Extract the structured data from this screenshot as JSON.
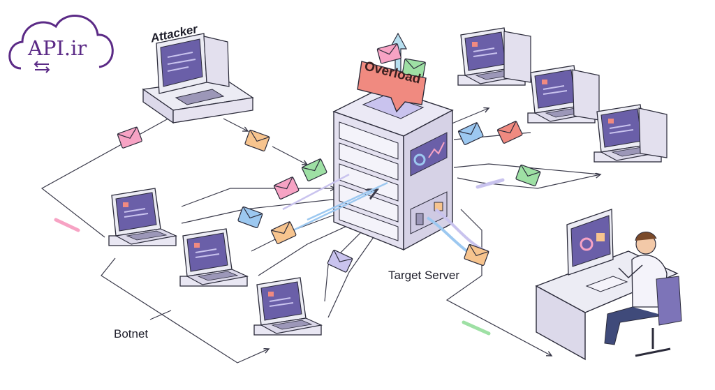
{
  "logo": {
    "text": "API.ir",
    "icon": "cloud-exchange-icon"
  },
  "labels": {
    "attacker": "Attacker",
    "overload": "Overload",
    "target_server": "Target Server",
    "botnet": "Botnet"
  },
  "colors": {
    "brand_purple": "#5b2a86",
    "screen_purple": "#6a5fa8",
    "overload_red": "#f08a80",
    "envelope_pink": "#f7a3c4",
    "envelope_orange": "#f7c48e",
    "envelope_green": "#9ee0a4",
    "envelope_blue": "#9cc8f0",
    "stroke": "#2b2b3a"
  },
  "icons": [
    "desktop-computer-icon",
    "laptop-icon",
    "server-rack-icon",
    "envelope-icon",
    "arrow-up-icon",
    "person-at-desk-icon"
  ]
}
